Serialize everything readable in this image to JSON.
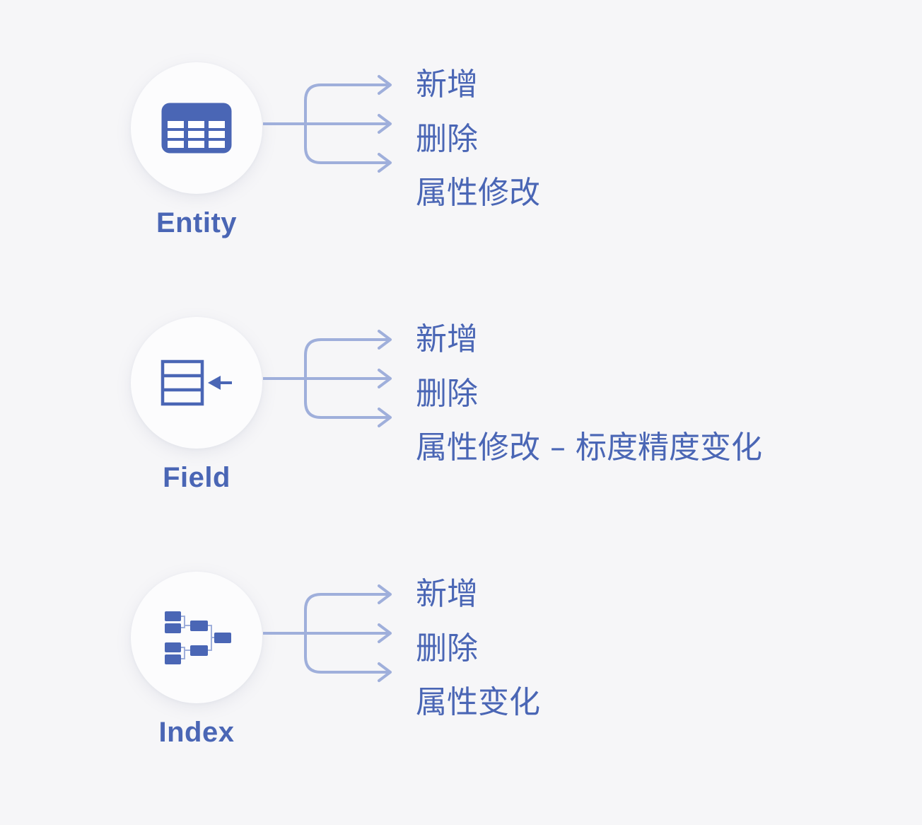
{
  "background_color": "#F6F6F8",
  "accent_color": "#4A66B5",
  "line_color": "#9FAFDB",
  "icon_color": "#4A66B5",
  "badge_color": "#FCFCFD",
  "sections": [
    {
      "label": "Entity",
      "icon": "table-icon",
      "outcomes": [
        "新增",
        "删除",
        "属性修改"
      ]
    },
    {
      "label": "Field",
      "icon": "field-row-arrow-icon",
      "outcomes": [
        "新增",
        "删除",
        "属性修改 – 标度精度变化"
      ]
    },
    {
      "label": "Index",
      "icon": "index-tree-icon",
      "outcomes": [
        "新增",
        "删除",
        "属性变化"
      ]
    }
  ]
}
